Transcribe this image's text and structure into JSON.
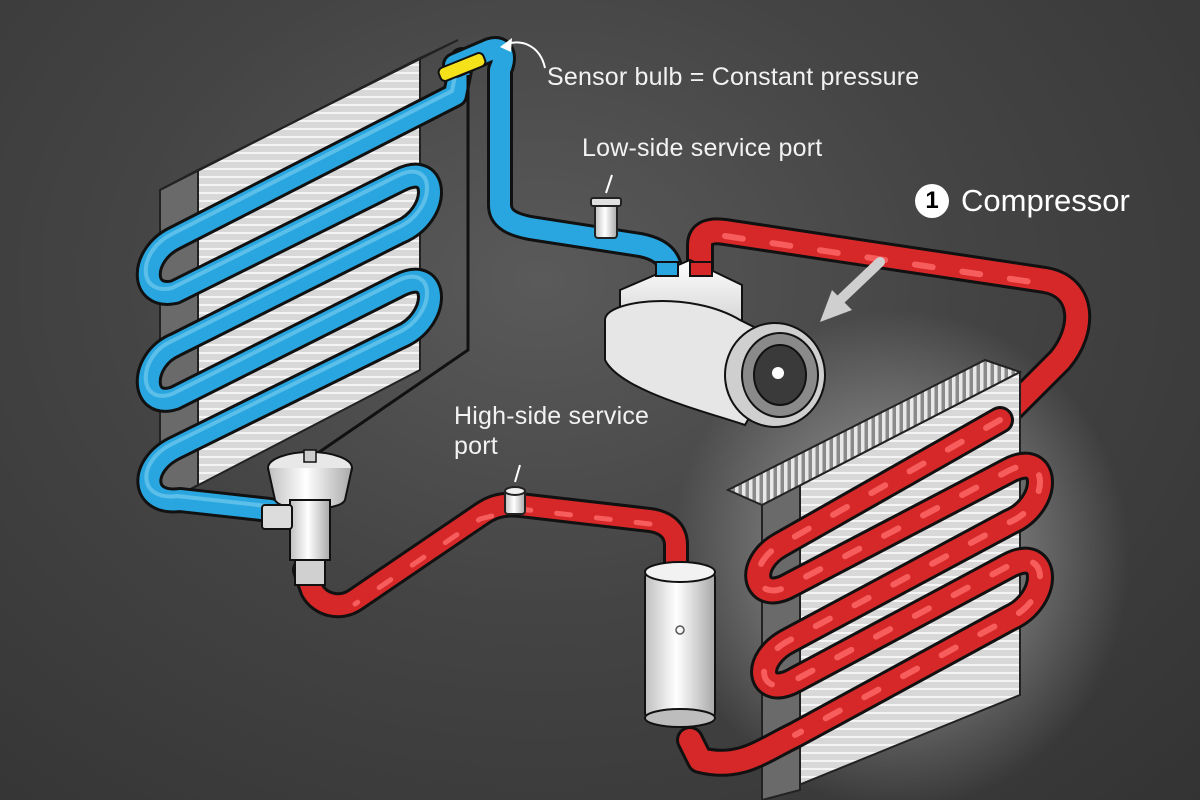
{
  "labels": {
    "sensor_bulb": "Sensor bulb = Constant pressure",
    "low_side_port": "Low-side service port",
    "high_side_port": "High-side service port"
  },
  "step": {
    "number": "1",
    "label": "Compressor"
  },
  "colors": {
    "low_pressure_line": "#29a6df",
    "high_pressure_line": "#d62828",
    "sensor_bulb": "#f5e11a",
    "background": "#444444"
  }
}
